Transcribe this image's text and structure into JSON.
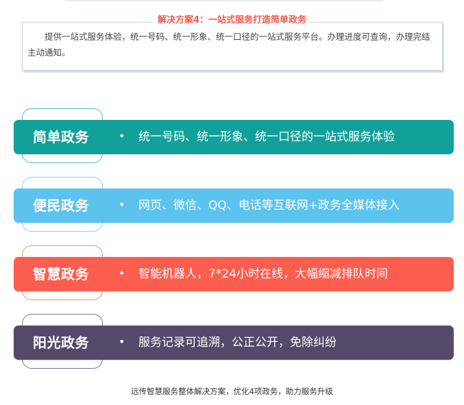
{
  "intro": {
    "title": "解决方案4：一站式服务打造简单政务",
    "text": "提供一站式服务体验，统一号码、统一形象、统一口径的一站式服务平台。办理进度可查询，办理完结主动通知。",
    "title_color": "#f05a4a"
  },
  "rows": [
    {
      "label": "简单政务",
      "bullet": "•",
      "desc": "统一号码、统一形象、统一口径的一站式服务体验",
      "color": "#12a09a",
      "outline_color": "#5fb8b4"
    },
    {
      "label": "便民政务",
      "bullet": "•",
      "desc": "网页、微信、QQ、电话等互联网+政务全媒体接入",
      "color": "#5cc3ee",
      "outline_color": "#8fcde6"
    },
    {
      "label": "智慧政务",
      "bullet": "•",
      "desc": "智能机器人，7*24小时在线，大幅缩减排队时间",
      "color": "#fb5d4e",
      "outline_color": "#f38b80"
    },
    {
      "label": "阳光政务",
      "bullet": "•",
      "desc": "服务记录可追溯，公正公开，免除纠纷",
      "color": "#55496a",
      "outline_color": "#7d7488"
    }
  ],
  "caption": "远传智慧服务整体解决方案，优化4项政务，助力服务升级"
}
